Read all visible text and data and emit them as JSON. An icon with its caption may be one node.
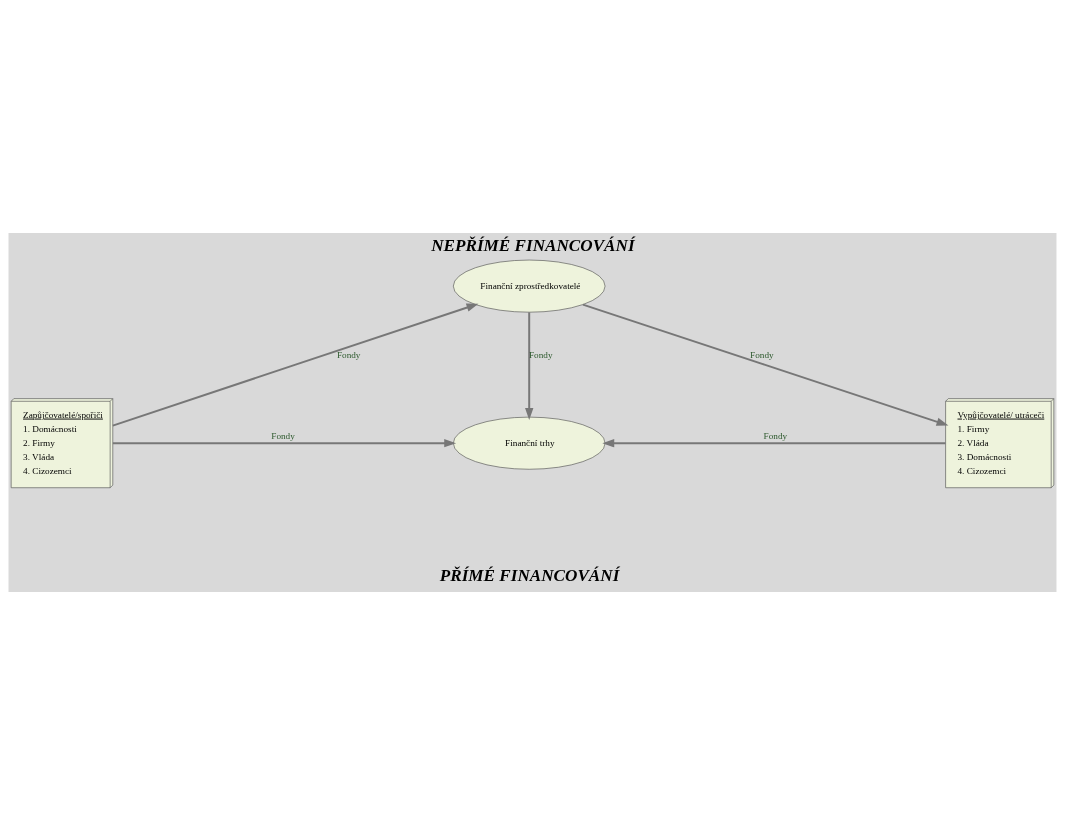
{
  "diagram": {
    "title": "NEPŘÍMÉ FINANCOVÁNÍ",
    "nodes": [
      {
        "text": [
          "Finanční zprostředkovatelé"
        ]
      },
      {
        "text": [
          "Zapůjčovatelé/spořiči",
          "1. Domácnosti",
          "2. Firmy",
          "3. Vláda",
          "4. Cizozemci"
        ]
      },
      {
        "text": [
          "Finanční trhy"
        ]
      },
      {
        "text": [
          "Vypůjčovatelé/ utráceči",
          "1. Firmy",
          "2. Vláda",
          "3. Domácnosti",
          "4. Cizozemci"
        ]
      }
    ],
    "edges": [
      {
        "from": 1,
        "to": 0,
        "arrow": "to",
        "label": "Fondy"
      },
      {
        "from": 0,
        "to": 2,
        "arrow": "to",
        "label": "Fondy"
      },
      {
        "from": 0,
        "to": 3,
        "arrow": "to",
        "label": "Fondy"
      },
      {
        "from": 1,
        "to": 2,
        "arrow": "to",
        "label": "Fondy"
      },
      {
        "from": 3,
        "to": 2,
        "arrow": "to",
        "label": "Fondy"
      }
    ],
    "labels": [
      "PŘÍMÉ FINANCOVÁNÍ"
    ]
  }
}
